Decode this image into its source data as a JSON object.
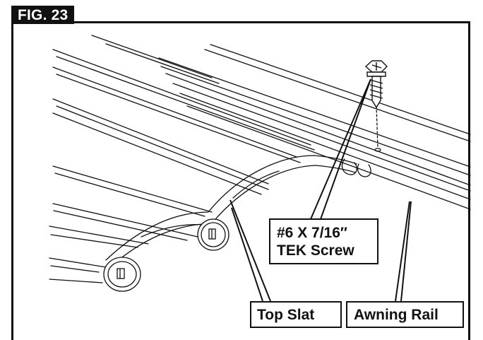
{
  "figure": {
    "label": "FIG. 23"
  },
  "callouts": {
    "screw": {
      "line1": "#6 X 7/16″",
      "line2": "TEK Screw"
    },
    "top_slat": "Top Slat",
    "awning_rail": "Awning Rail"
  },
  "colors": {
    "ink": "#111111",
    "paper": "#ffffff"
  }
}
